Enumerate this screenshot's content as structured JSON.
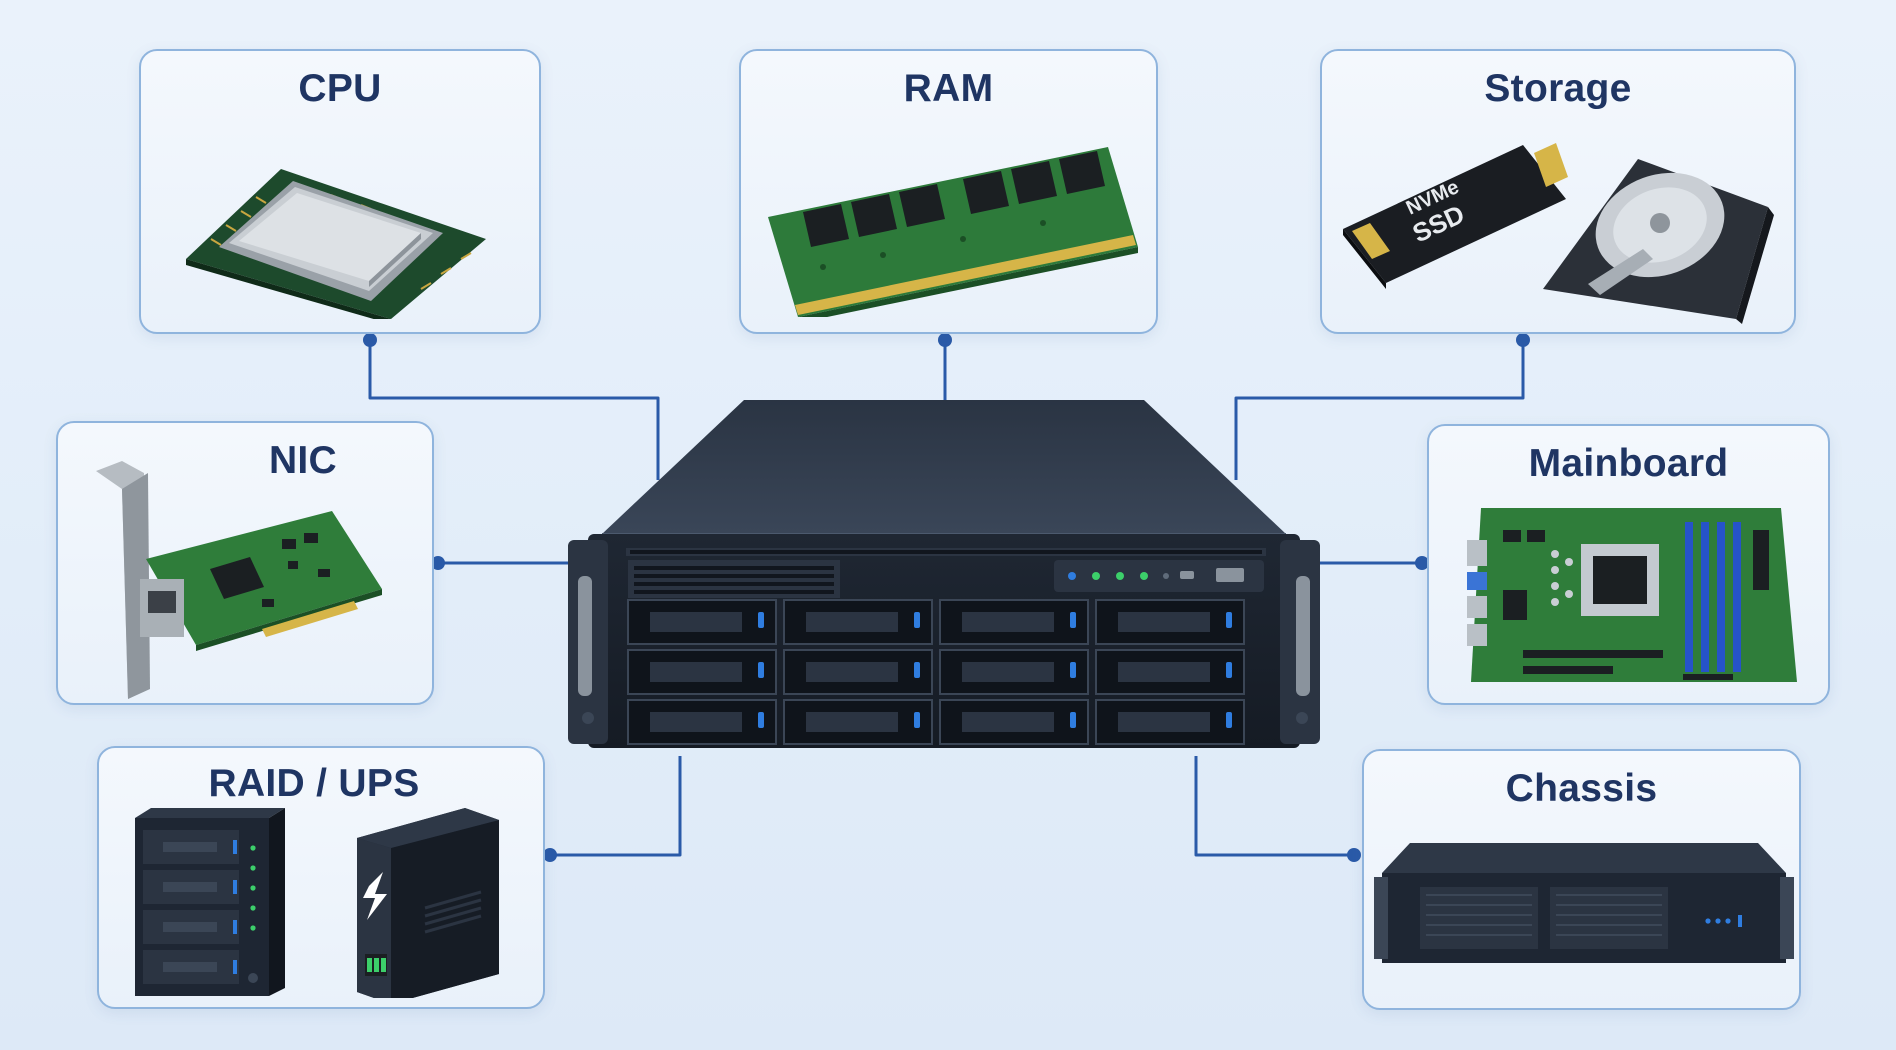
{
  "components": {
    "cpu": {
      "label": "CPU",
      "icon": "cpu-chip-icon"
    },
    "ram": {
      "label": "RAM",
      "icon": "ram-module-icon"
    },
    "storage": {
      "label": "Storage",
      "icon": "nvme-ssd-and-hdd-icon",
      "ssd_line1": "NVMe",
      "ssd_line2": "SSD"
    },
    "nic": {
      "label": "NIC",
      "icon": "network-card-icon"
    },
    "mainboard": {
      "label": "Mainboard",
      "icon": "motherboard-icon"
    },
    "raid_ups": {
      "label": "RAID / UPS",
      "icon": "raid-enclosure-and-ups-icon"
    },
    "chassis": {
      "label": "Chassis",
      "icon": "rack-chassis-icon"
    }
  },
  "center": {
    "icon": "rack-server-icon"
  },
  "colors": {
    "connector": "#2a5aa8",
    "panel_border": "#8fb4dd",
    "title": "#1f3563",
    "server_body": "#1e2633",
    "led_blue": "#2f7de0",
    "led_green": "#3ccf6a"
  }
}
